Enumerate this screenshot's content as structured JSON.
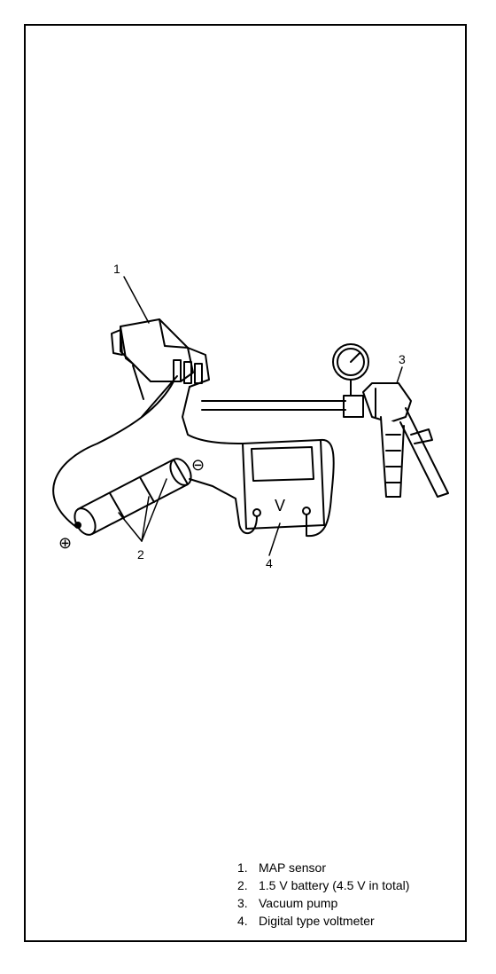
{
  "callouts": {
    "c1": "1",
    "c2": "2",
    "c3": "3",
    "c4": "4",
    "plus": "⊕",
    "minus": "⊖",
    "meter_letter": "V"
  },
  "legend": [
    {
      "num": "1.",
      "text": "MAP sensor"
    },
    {
      "num": "2.",
      "text": "1.5 V battery (4.5 V in total)"
    },
    {
      "num": "3.",
      "text": "Vacuum pump"
    },
    {
      "num": "4.",
      "text": "Digital type voltmeter"
    }
  ]
}
